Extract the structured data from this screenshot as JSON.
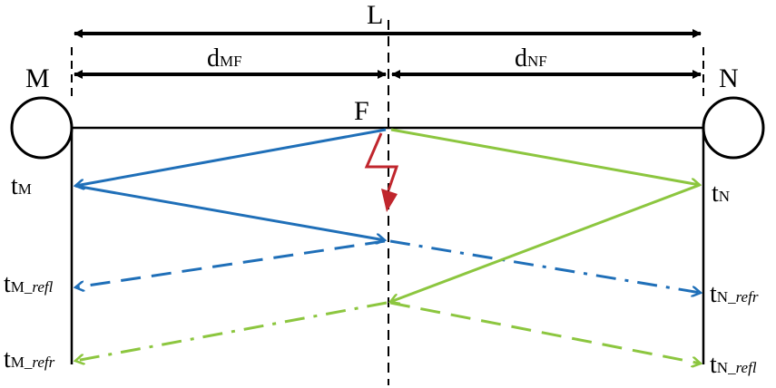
{
  "labels": {
    "L": "L",
    "M": "M",
    "N": "N",
    "F": "F",
    "d_mf": {
      "main": "d",
      "sub": "MF"
    },
    "d_nf": {
      "main": "d",
      "sub": "NF"
    },
    "t_m": {
      "main": "t",
      "sub": "M"
    },
    "t_n": {
      "main": "t",
      "sub": "N"
    },
    "t_m_refl": {
      "main": "t",
      "sub": "M",
      "subi": "_refl"
    },
    "t_n_refr": {
      "main": "t",
      "sub": "N",
      "subi": "_refr"
    },
    "t_m_refr": {
      "main": "t",
      "sub": "M",
      "subi": "_refr"
    },
    "t_n_refl": {
      "main": "t",
      "sub": "N",
      "subi": "_refl"
    }
  },
  "colors": {
    "line": "#000000",
    "blue_wave": "#1f6fb8",
    "green_wave": "#8cc63f",
    "fault": "#c0262d"
  }
}
